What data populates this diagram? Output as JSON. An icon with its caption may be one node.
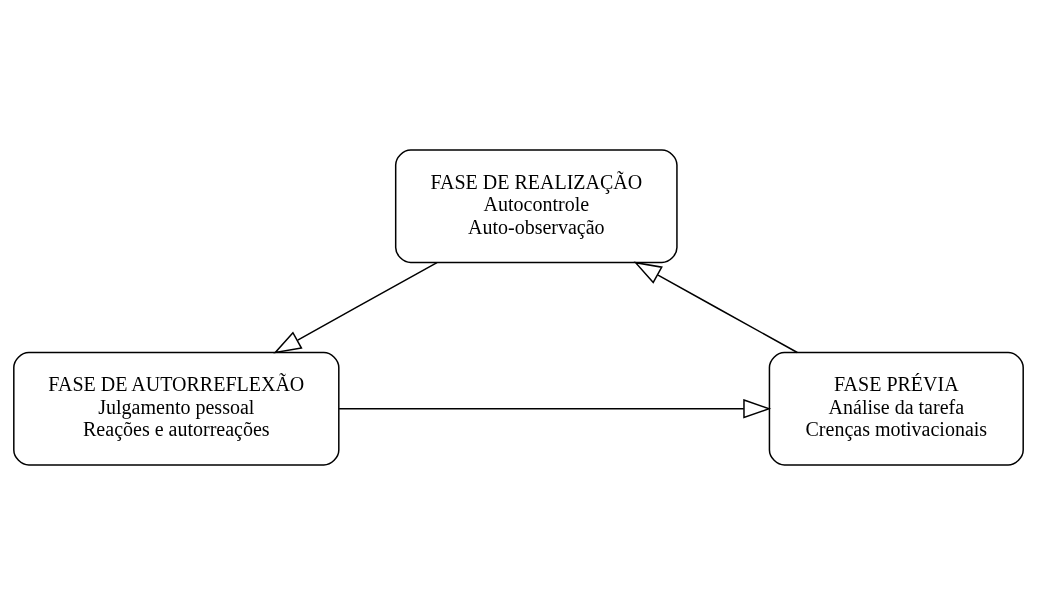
{
  "diagram": {
    "nodes": [
      {
        "text": [
          "FASE DE REALIZAÇÃO",
          "Autocontrole",
          "Auto-observação"
        ]
      },
      {
        "text": [
          "FASE DE AUTORREFLEXÃO",
          "Julgamento pessoal",
          "Reações e autorreações"
        ]
      },
      {
        "text": [
          "FASE PRÉVIA",
          "Análise da tarefa",
          "Crenças motivacionais"
        ]
      }
    ],
    "edges": [
      {
        "from": 0,
        "to": 1,
        "arrow": "to"
      },
      {
        "from": 1,
        "to": 2,
        "arrow": "to"
      },
      {
        "from": 2,
        "to": 0,
        "arrow": "to"
      }
    ]
  }
}
